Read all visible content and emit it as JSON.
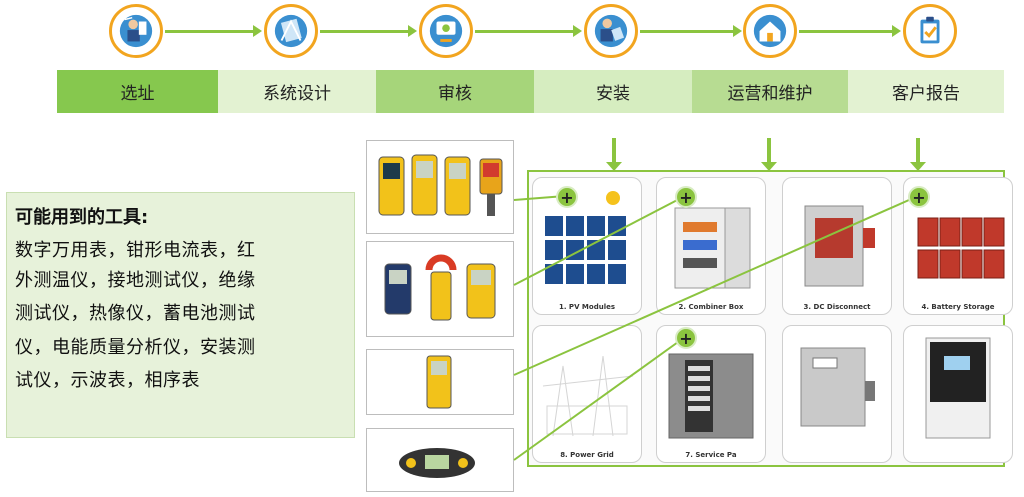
{
  "process": {
    "steps": [
      {
        "label": "选址",
        "icon": "surveyor-icon",
        "bg": "#86c84e"
      },
      {
        "label": "系统设计",
        "icon": "design-blueprint-icon",
        "bg": "#e3f2d2"
      },
      {
        "label": "审核",
        "icon": "review-plug-icon",
        "bg": "#a6d57a"
      },
      {
        "label": "安装",
        "icon": "installer-icon",
        "bg": "#d6edc0"
      },
      {
        "label": "运营和维护",
        "icon": "house-maintenance-icon",
        "bg": "#b7dc92"
      },
      {
        "label": "客户报告",
        "icon": "clipboard-report-icon",
        "bg": "#e3f2d2"
      }
    ]
  },
  "tools": {
    "title": "可能用到的工具:",
    "lines": [
      "数字万用表，钳形电流表，红",
      "外测温仪，接地测试仪，绝缘",
      "测试仪，热像仪，蓄电池测试",
      "仪，电能质量分析仪，安装测",
      "试仪，示波表，相序表"
    ]
  },
  "components": [
    {
      "caption": "1. PV Modules",
      "icon": "pv-module-icon"
    },
    {
      "caption": "2. Combiner Box",
      "icon": "combiner-box-icon"
    },
    {
      "caption": "3. DC Disconnect",
      "icon": "dc-disconnect-icon"
    },
    {
      "caption": "4. Battery Storage",
      "icon": "battery-icon"
    },
    {
      "caption": "8. Power Grid",
      "icon": "power-grid-icon"
    },
    {
      "caption": "7. Service Pa",
      "icon": "service-panel-icon"
    },
    {
      "caption": "",
      "icon": "ac-disconnect-icon"
    },
    {
      "caption": "",
      "icon": "inverter-icon"
    }
  ],
  "colors": {
    "accent_green": "#8bc43f",
    "icon_ring": "#f2a51f"
  }
}
